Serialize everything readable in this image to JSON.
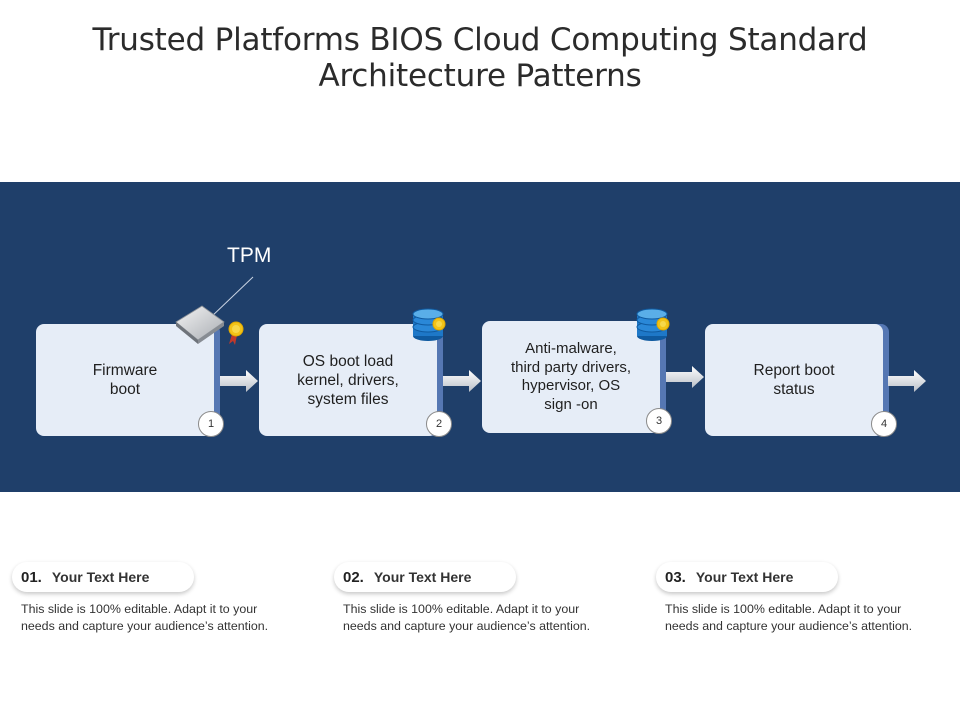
{
  "title": "Trusted Platforms BIOS Cloud Computing Standard Architecture Patterns",
  "colors": {
    "band": "#1f3f6a",
    "card": "#e6edf7",
    "card_shadow": "#5577b3",
    "db_blue": "#1e78c8",
    "seal_gold": "#f2c318",
    "ribbon_red": "#c0392b"
  },
  "tpm_label": "TPM",
  "steps": [
    {
      "number": "1",
      "text": "Firmware boot",
      "lines": [
        "Firmware",
        "boot"
      ]
    },
    {
      "number": "2",
      "text": "OS boot load kernel, drivers, system files",
      "lines": [
        "OS boot load",
        "kernel, drivers,",
        "system files"
      ]
    },
    {
      "number": "3",
      "text": "Anti-malware, third party drivers, hypervisor, OS sign -on",
      "lines": [
        "Anti-malware,",
        "third party drivers,",
        "hypervisor,  OS",
        "sign -on"
      ]
    },
    {
      "number": "4",
      "text": "Report boot status",
      "lines": [
        "Report boot",
        "status"
      ]
    }
  ],
  "icons": [
    "chip-icon",
    "database-icon",
    "database-icon",
    "certificate-seal-icon"
  ],
  "footer": [
    {
      "number": "01.",
      "heading": "Your Text Here",
      "body_1": "This slide is 100% editable. Adapt it to your",
      "body_2": "needs and capture your audience’s attention."
    },
    {
      "number": "02.",
      "heading": "Your Text Here",
      "body_1": "This slide is 100% editable. Adapt it to your",
      "body_2": "needs and capture your audience’s attention."
    },
    {
      "number": "03.",
      "heading": "Your Text Here",
      "body_1": "This slide is 100% editable. Adapt it to your",
      "body_2": "needs and capture your audience’s attention."
    }
  ]
}
